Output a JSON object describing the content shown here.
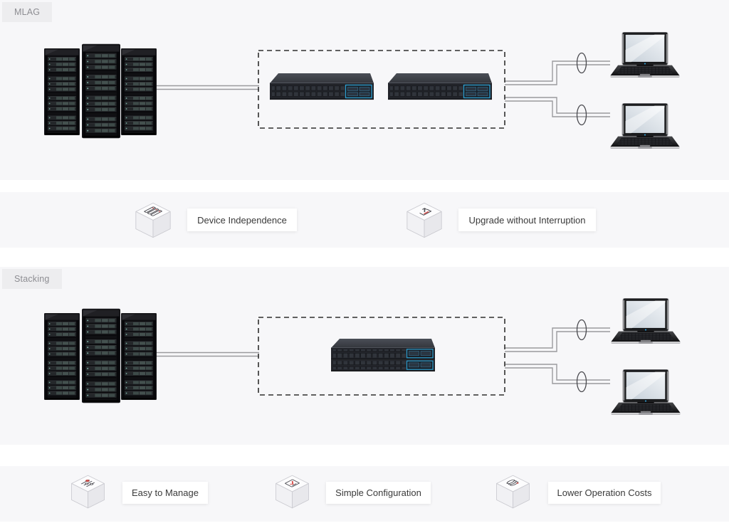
{
  "page": {
    "title": "MLAG vs Stacking network topology comparison",
    "colors": {
      "section_bg": "#f7f7f9",
      "tag_bg": "#ededef",
      "tag_text": "#8d8d92",
      "line_gray": "#9a9a9e",
      "dashed_border": "#2e2e2e",
      "switch_accent_blue": "#2e9fd0",
      "icon_accent_red": "#d9534f",
      "feature_text": "#3a3a3a",
      "feature_card_bg": "#ffffff"
    }
  },
  "sections": [
    {
      "id": "mlag",
      "label": "MLAG",
      "components": {
        "left": "server-rack-cluster (3 racks)",
        "center": "two independent switches in dashed group box",
        "right": "2 client laptops",
        "links": "dual-line cables with LAG ovals"
      }
    },
    {
      "id": "stacking",
      "label": "Stacking",
      "components": {
        "left": "server-rack-cluster (3 racks)",
        "center": "two stacked switches (single unit) in dashed group box",
        "right": "2 client laptops",
        "links": "dual-line cables with LAG ovals"
      }
    }
  ],
  "feature_rows": [
    {
      "section": "MLAG",
      "items": [
        {
          "icon": "server-list-cube-icon",
          "label": "Device Independence"
        },
        {
          "icon": "upgrade-arrow-cube-icon",
          "label": "Upgrade without Interruption"
        }
      ]
    },
    {
      "section": "Stacking",
      "items": [
        {
          "icon": "sliders-cube-icon",
          "label": "Easy to Manage"
        },
        {
          "icon": "checklist-cube-icon",
          "label": "Simple Configuration"
        },
        {
          "icon": "coins-cube-icon",
          "label": "Lower Operation Costs"
        }
      ]
    }
  ]
}
